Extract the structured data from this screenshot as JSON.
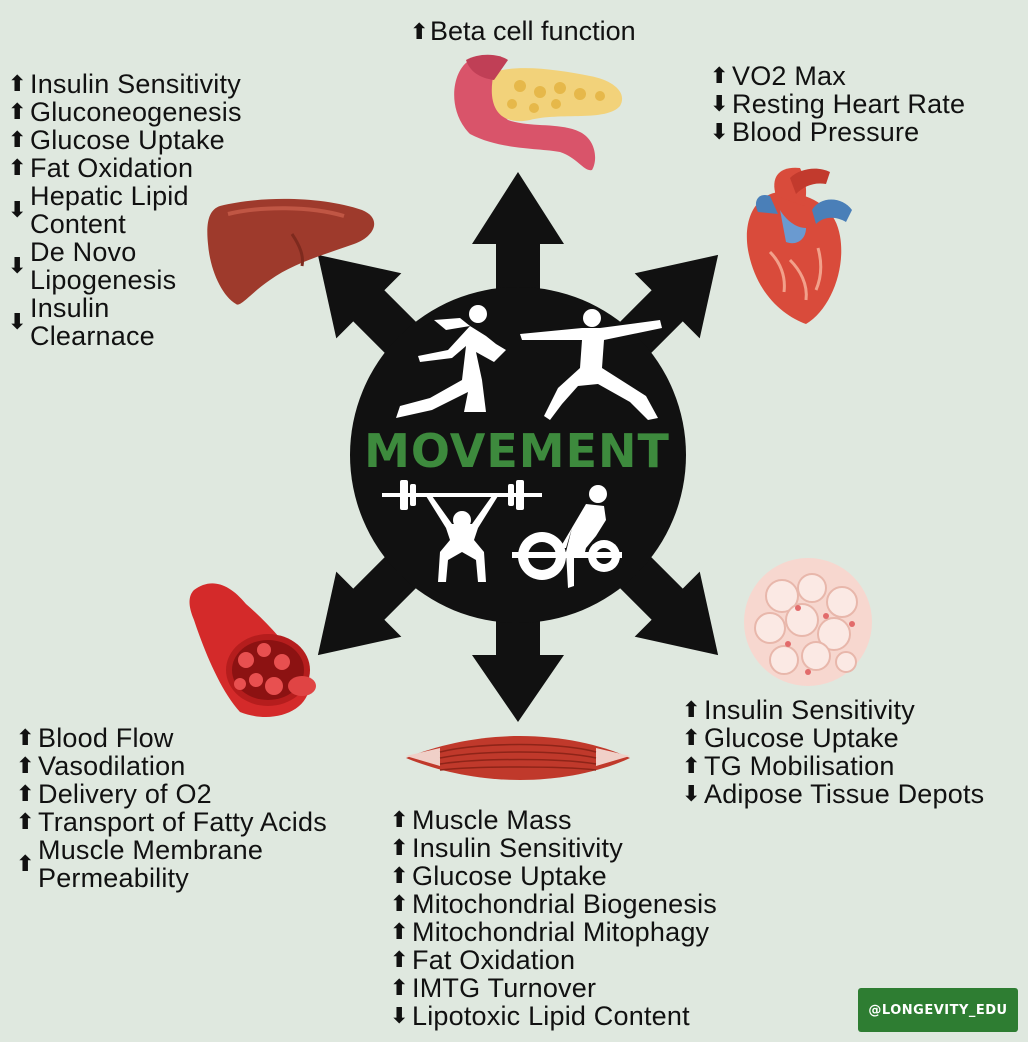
{
  "center": {
    "title": "MOVEMENT"
  },
  "pancreas": {
    "effects": [
      {
        "arrow": "⬆",
        "text": "Beta cell function"
      }
    ]
  },
  "liver": {
    "effects": [
      {
        "arrow": "⬆",
        "text": "Insulin Sensitivity"
      },
      {
        "arrow": "⬆",
        "text": "Gluconeogenesis"
      },
      {
        "arrow": "⬆",
        "text": "Glucose Uptake"
      },
      {
        "arrow": "⬆",
        "text": "Fat Oxidation"
      },
      {
        "arrow": "⬇",
        "text": "Hepatic Lipid\nContent"
      },
      {
        "arrow": "⬇",
        "text": "De Novo\nLipogenesis"
      },
      {
        "arrow": "⬇",
        "text": "Insulin\nClearnace"
      }
    ]
  },
  "heart": {
    "effects": [
      {
        "arrow": "⬆",
        "text": "VO2 Max"
      },
      {
        "arrow": "⬇",
        "text": "Resting Heart Rate"
      },
      {
        "arrow": "⬇",
        "text": "Blood Pressure"
      }
    ]
  },
  "blood_vessel": {
    "effects": [
      {
        "arrow": "⬆",
        "text": "Blood Flow"
      },
      {
        "arrow": "⬆",
        "text": "Vasodilation"
      },
      {
        "arrow": "⬆",
        "text": "Delivery of O2"
      },
      {
        "arrow": "⬆",
        "text": "Transport of Fatty Acids"
      },
      {
        "arrow": "⬆",
        "text": "Muscle Membrane\nPermeability"
      }
    ]
  },
  "adipose": {
    "effects": [
      {
        "arrow": "⬆",
        "text": "Insulin Sensitivity"
      },
      {
        "arrow": "⬆",
        "text": "Glucose Uptake"
      },
      {
        "arrow": "⬆",
        "text": "TG Mobilisation"
      },
      {
        "arrow": "⬇",
        "text": "Adipose Tissue Depots"
      }
    ]
  },
  "muscle": {
    "effects": [
      {
        "arrow": "⬆",
        "text": "Muscle Mass"
      },
      {
        "arrow": "⬆",
        "text": "Insulin Sensitivity"
      },
      {
        "arrow": "⬆",
        "text": "Glucose Uptake"
      },
      {
        "arrow": "⬆",
        "text": "Mitochondrial Biogenesis"
      },
      {
        "arrow": "⬆",
        "text": "Mitochondrial Mitophagy"
      },
      {
        "arrow": "⬆",
        "text": "Fat Oxidation"
      },
      {
        "arrow": "⬆",
        "text": "IMTG Turnover"
      },
      {
        "arrow": "⬇",
        "text": "Lipotoxic Lipid Content"
      }
    ]
  },
  "watermark": {
    "text": "@LONGEVITY_EDU"
  },
  "icons": [
    "pancreas-icon",
    "liver-icon",
    "heart-icon",
    "blood-vessel-icon",
    "adipose-tissue-icon",
    "muscle-icon",
    "runner-icon",
    "yoga-icon",
    "squat-icon",
    "deadlift-icon"
  ],
  "colors": {
    "background": "#dfe8df",
    "hub": "#111111",
    "title": "#3d8a3d",
    "watermark": "#2e7d32"
  }
}
